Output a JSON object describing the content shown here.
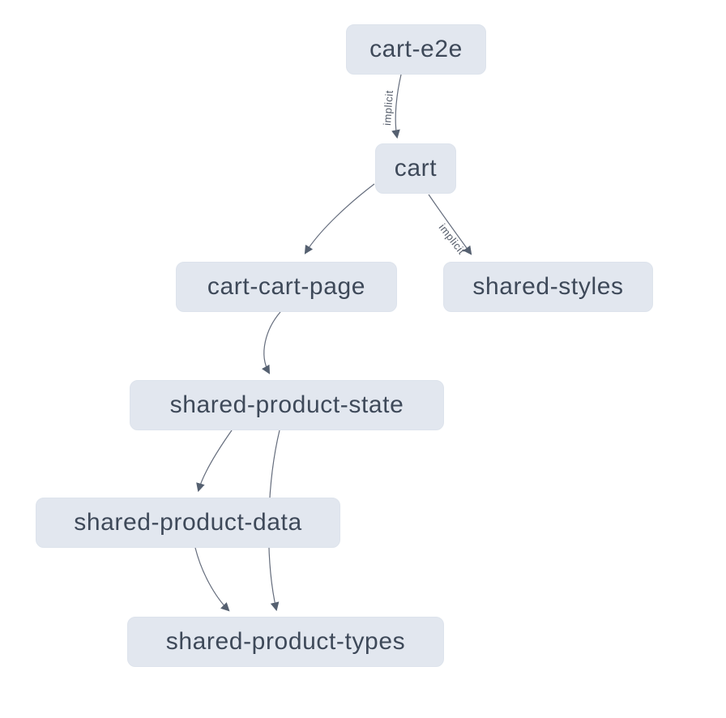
{
  "diagram": {
    "kind": "project-dependency-graph",
    "nodes": [
      {
        "id": "cart-e2e",
        "label": "cart-e2e"
      },
      {
        "id": "cart",
        "label": "cart"
      },
      {
        "id": "cart-cart-page",
        "label": "cart-cart-page"
      },
      {
        "id": "shared-styles",
        "label": "shared-styles"
      },
      {
        "id": "shared-product-state",
        "label": "shared-product-state"
      },
      {
        "id": "shared-product-data",
        "label": "shared-product-data"
      },
      {
        "id": "shared-product-types",
        "label": "shared-product-types"
      }
    ],
    "edges": [
      {
        "from": "cart-e2e",
        "to": "cart",
        "label": "implicit"
      },
      {
        "from": "cart",
        "to": "cart-cart-page",
        "label": ""
      },
      {
        "from": "cart",
        "to": "shared-styles",
        "label": "implicit"
      },
      {
        "from": "cart-cart-page",
        "to": "shared-product-state",
        "label": ""
      },
      {
        "from": "shared-product-state",
        "to": "shared-product-data",
        "label": ""
      },
      {
        "from": "shared-product-state",
        "to": "shared-product-types",
        "label": ""
      },
      {
        "from": "shared-product-data",
        "to": "shared-product-types",
        "label": ""
      }
    ],
    "colors": {
      "background": "#ffffff",
      "node_fill": "#e2e7ef",
      "node_border": "#dde3ec",
      "node_text": "#3e4959",
      "edge_stroke": "#646c7c",
      "arrowhead_fill": "#556070",
      "edge_label_text": "#525a68"
    }
  }
}
